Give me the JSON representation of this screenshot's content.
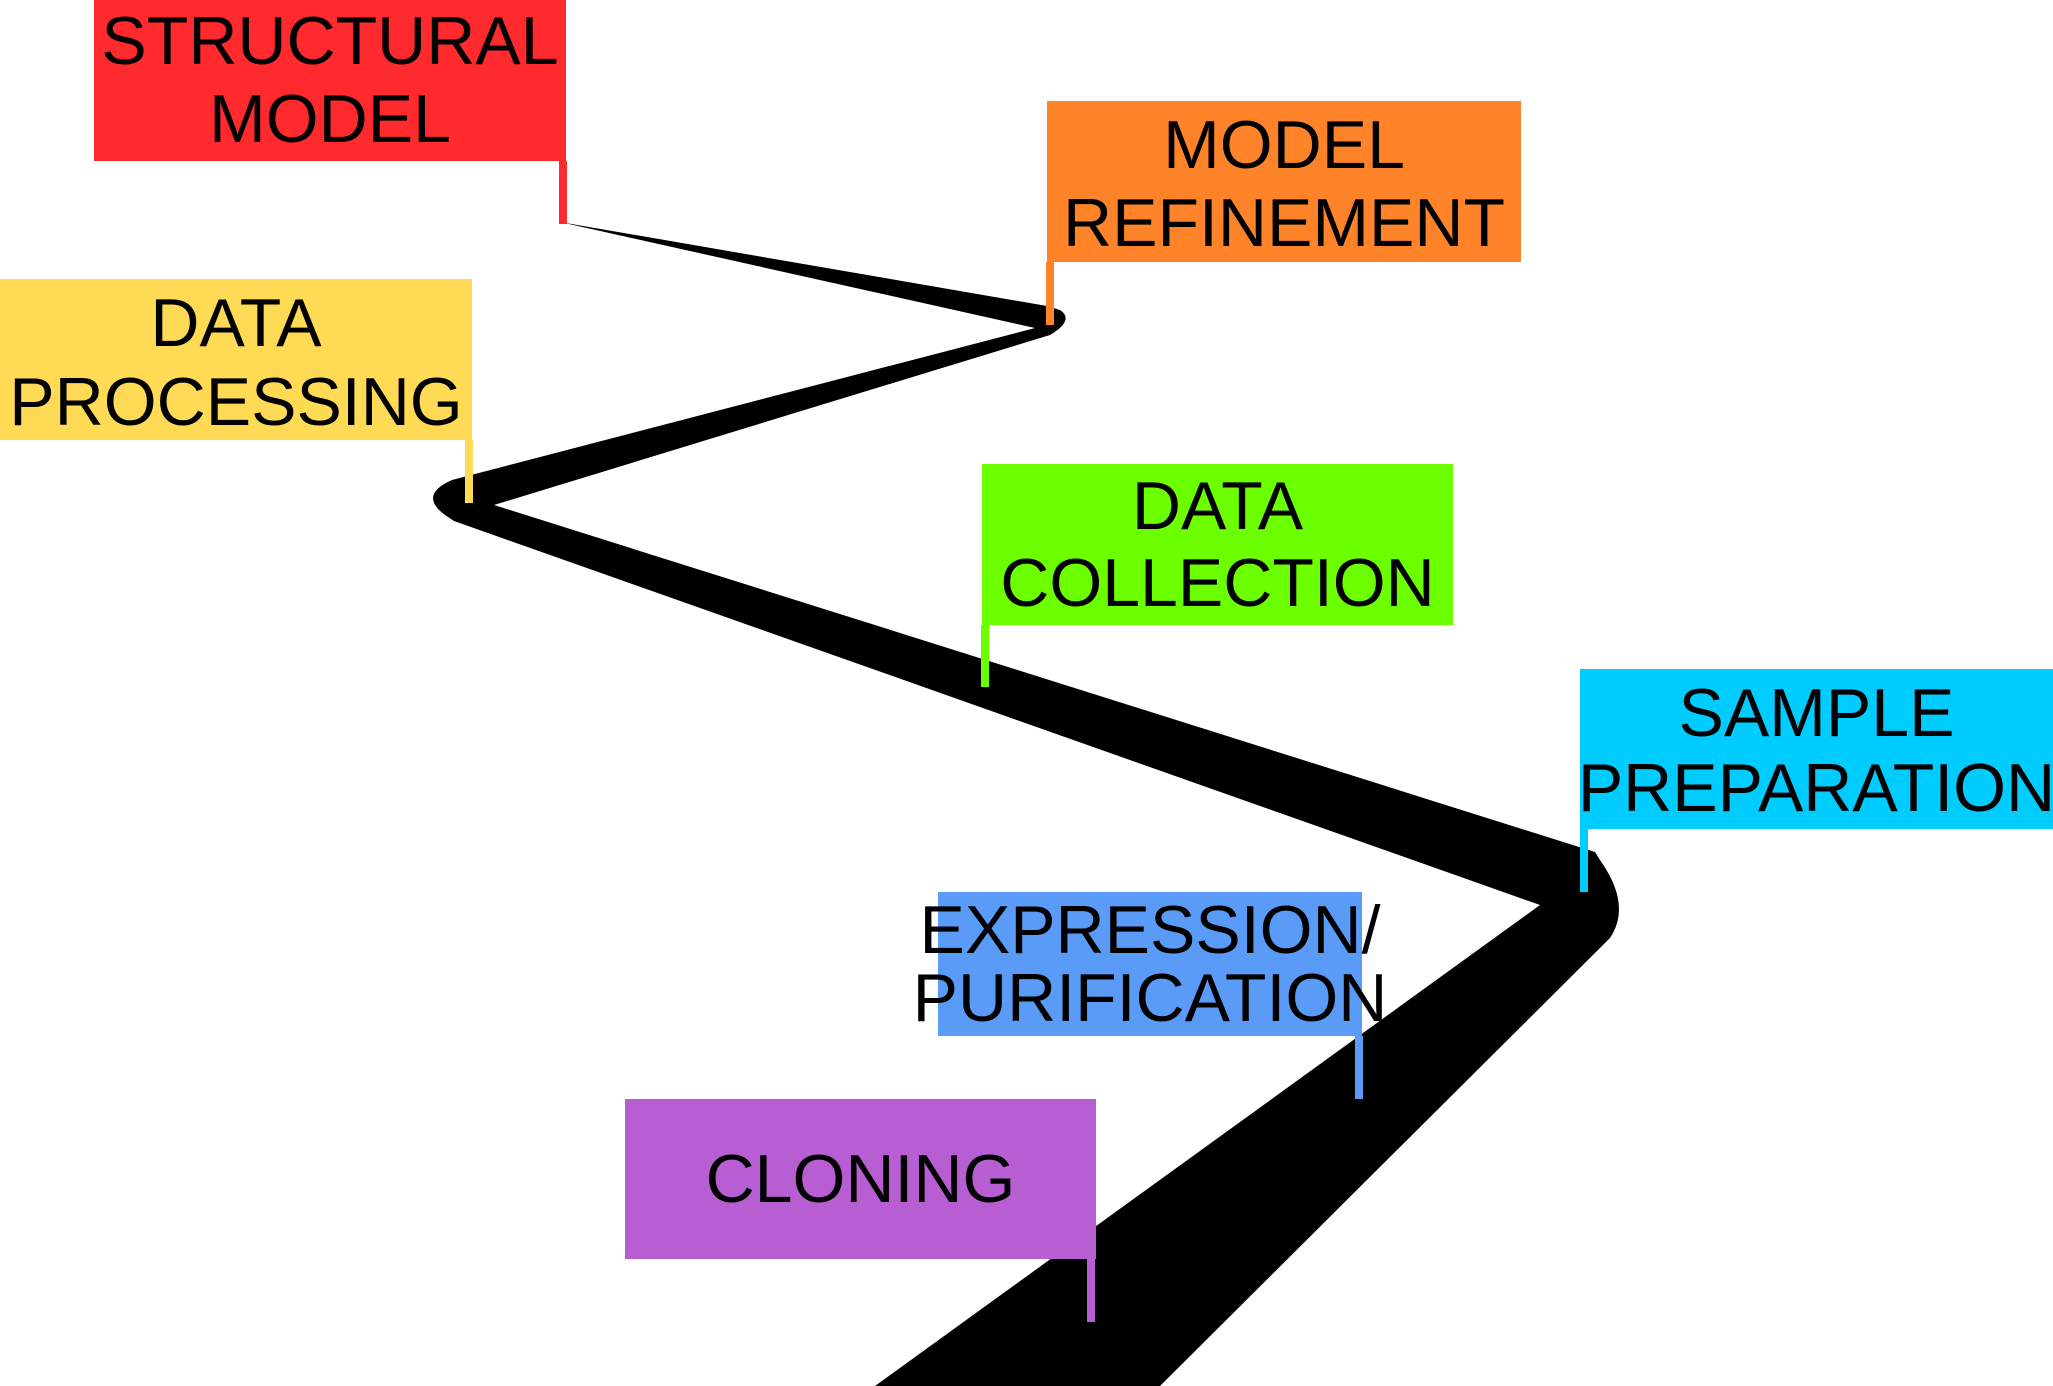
{
  "stages": [
    {
      "id": "cloning",
      "lines": [
        "CLONING"
      ],
      "color": "#B85ED3"
    },
    {
      "id": "expression-purification",
      "lines": [
        "EXPRESSION/",
        "PURIFICATION"
      ],
      "color": "#5B9BF8"
    },
    {
      "id": "sample-preparation",
      "lines": [
        "SAMPLE",
        "PREPARATION"
      ],
      "color": "#00CCFF"
    },
    {
      "id": "data-collection",
      "lines": [
        "DATA",
        "COLLECTION"
      ],
      "color": "#6CFF00"
    },
    {
      "id": "data-processing",
      "lines": [
        "DATA",
        "PROCESSING"
      ],
      "color": "#FFDA55"
    },
    {
      "id": "model-refinement",
      "lines": [
        "MODEL",
        "REFINEMENT"
      ],
      "color": "#FF8329"
    },
    {
      "id": "structural-model",
      "lines": [
        "STRUCTURAL",
        "MODEL"
      ],
      "color": "#FF2A2E"
    }
  ],
  "road_color": "#000000"
}
